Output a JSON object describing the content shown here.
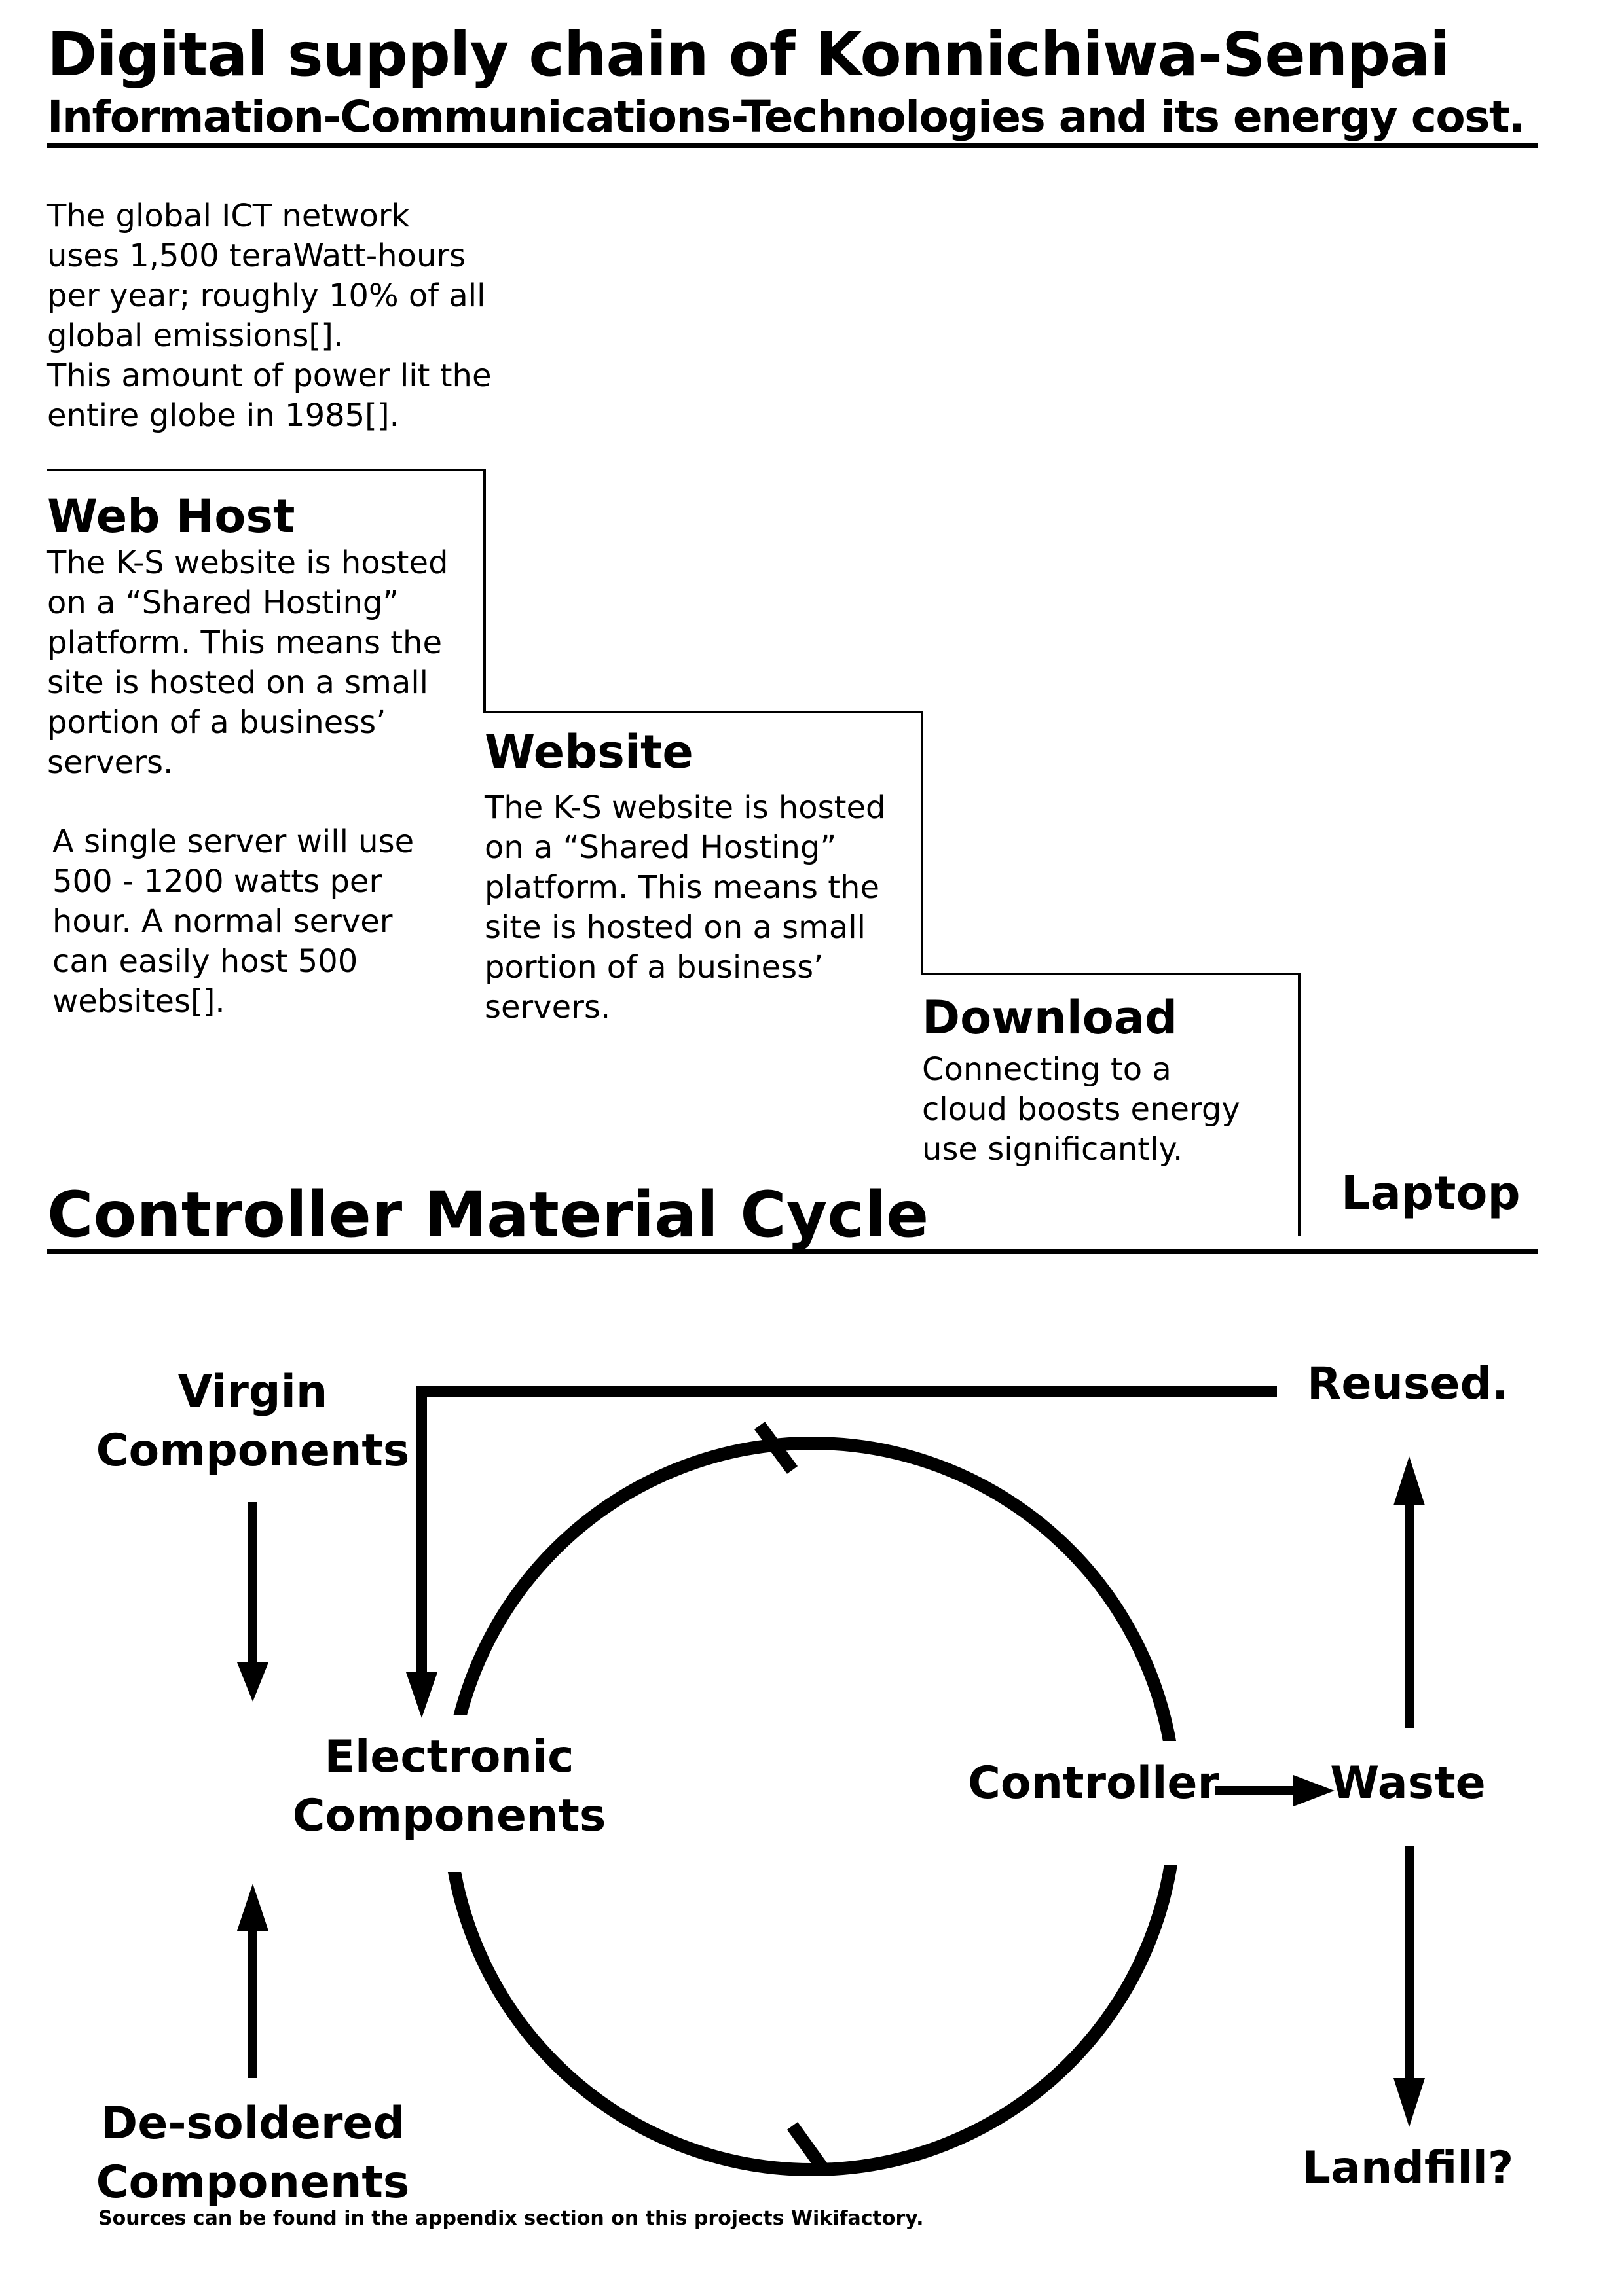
{
  "header": {
    "title": "Digital supply chain of Konnichiwa-Senpai",
    "subtitle": "Information-Communications-Technologies and its energy cost."
  },
  "intro": {
    "text": "The global ICT network\nuses 1,500 teraWatt-hours\nper year; roughly 10% of all\nglobal emissions[].\nThis amount of power lit the\nentire globe in 1985[]."
  },
  "steps": {
    "web_host": {
      "heading": "Web Host",
      "text": "The K-S website is hosted\non a “Shared Hosting”\nplatform.  This means the\nsite is hosted on a small\nportion of a business’\nservers.",
      "note": "A single server will use\n500 - 1200 watts per\nhour. A normal server\ncan easily host 500\nwebsites[]."
    },
    "website": {
      "heading": "Website",
      "text": "The K-S website is hosted\non a “Shared Hosting”\nplatform.  This means the\nsite is hosted on a small\nportion of a business’\nservers."
    },
    "download": {
      "heading": "Download",
      "text": "Connecting to a\ncloud boosts energy\nuse significantly."
    },
    "laptop": {
      "heading": "Laptop"
    }
  },
  "cycle": {
    "heading": "Controller Material Cycle",
    "labels": {
      "virgin": "Virgin\nComponents",
      "electronic": "Electronic\nComponents",
      "desoldered": "De-soldered\nComponents",
      "controller": "Controller",
      "waste": "Waste",
      "reused": "Reused.",
      "landfill": "Landfill?"
    }
  },
  "footer": {
    "sources": "Sources can be found in the appendix section on this projects Wikifactory."
  }
}
